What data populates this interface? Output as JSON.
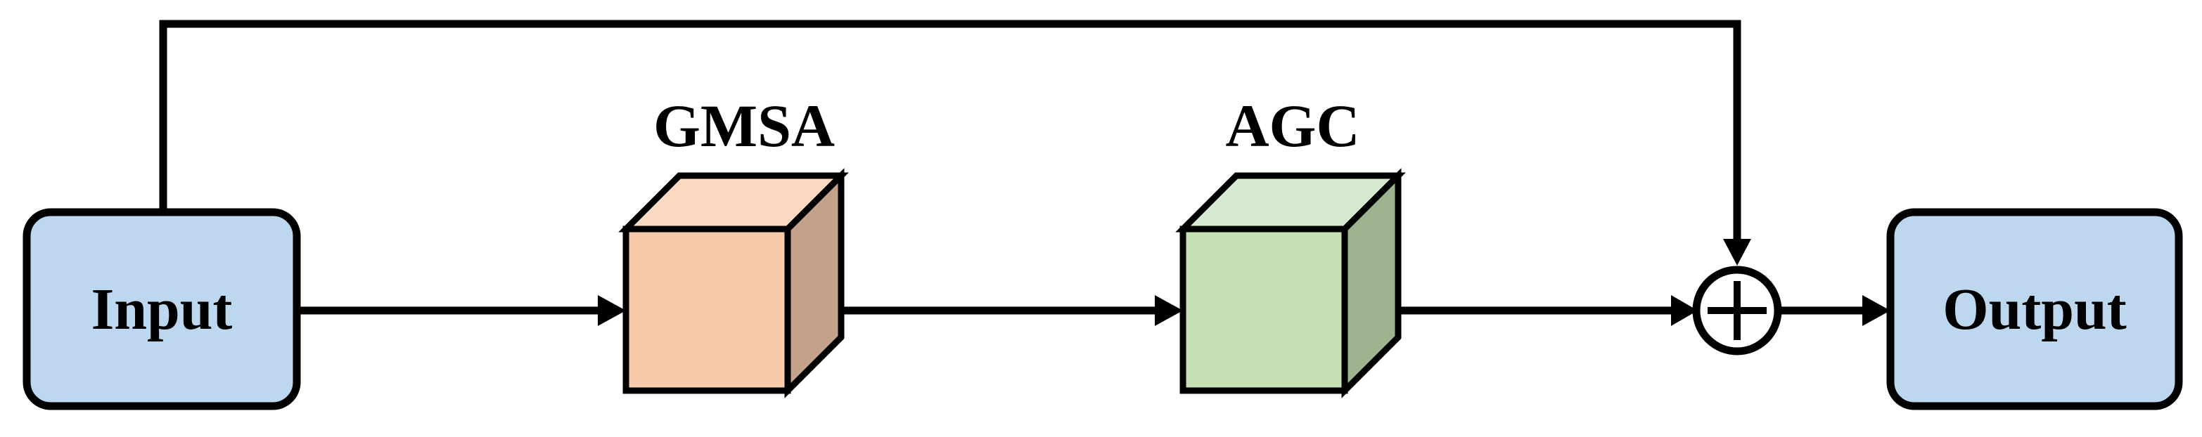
{
  "nodes": {
    "input": {
      "label": "Input"
    },
    "gmsa": {
      "label": "GMSA"
    },
    "agc": {
      "label": "AGC"
    },
    "output": {
      "label": "Output"
    }
  },
  "colors": {
    "io_fill": "#bdd7ee",
    "gmsa_front": "#f7caac",
    "gmsa_top": "#fad9c3",
    "gmsa_side": "#c4a18b",
    "agc_front": "#c5e0b4",
    "agc_top": "#d6ead0",
    "agc_side": "#9db38f",
    "stroke": "#000000"
  }
}
